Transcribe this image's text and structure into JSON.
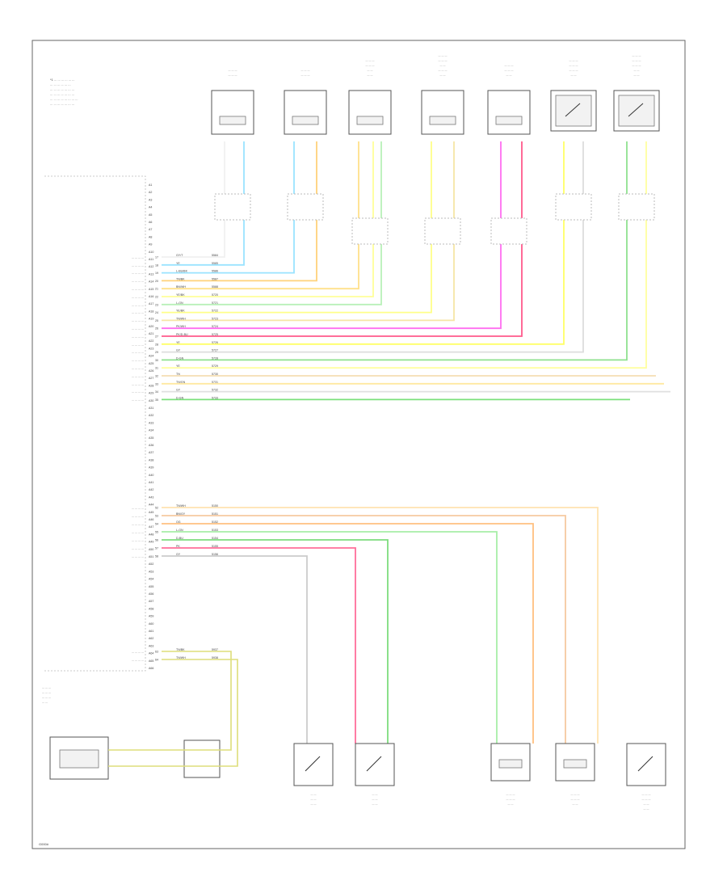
{
  "note": {
    "lines": [
      "*1 ... ... ... ... ... ...",
      "... ... ... ... ... ...",
      "... ... ... ... ... ... ...",
      "... ... ... ... ... ... ...",
      "... ... ... ... ... ... ... ...",
      "... ... ... ... ... ... ..."
    ]
  },
  "footer": "G000#",
  "top_components": [
    {
      "label": [
        "... ... ...",
        "... ... ..."
      ],
      "type": "squib"
    },
    {
      "label": [
        "... ... ...",
        "... ... ..."
      ],
      "type": "squib"
    },
    {
      "label": [
        "... ... ...",
        "... ... ...",
        "... ...",
        "... ..."
      ],
      "type": "squib"
    },
    {
      "label": [
        "... ... ...",
        "... ... ...",
        "... ...",
        "... ... ...",
        "... ..."
      ],
      "type": "squib"
    },
    {
      "label": [
        "... ... ...",
        "... ... ...",
        "... ..."
      ],
      "type": "squib"
    },
    {
      "label": [
        "... ... ...",
        "... ... ...",
        "... ... ...",
        "... ..."
      ],
      "type": "switch"
    },
    {
      "label": [
        "... ... ...",
        "... ... ...",
        "... ... ...",
        "... ...",
        "... ..."
      ],
      "type": "switch"
    }
  ],
  "module_pins": {
    "upper": [
      "A1",
      "A2",
      "A3",
      "A4",
      "A5",
      "A6",
      "A7",
      "A8",
      "A9",
      "A10",
      "A11",
      "A12",
      "A13",
      "A14",
      "A15",
      "A16",
      "A17",
      "A18",
      "A19",
      "A20",
      "A21",
      "A22",
      "A23",
      "A24",
      "A25",
      "A26",
      "A27",
      "A28",
      "A29",
      "A30",
      "A31",
      "A32",
      "A33",
      "A34",
      "A35",
      "A36",
      "A37",
      "A38",
      "A39",
      "A40",
      "A41",
      "A42",
      "A43",
      "A44",
      "A45",
      "A46",
      "A47",
      "A48",
      "A49",
      "A50",
      "A51",
      "A52",
      "A53",
      "A54",
      "A55",
      "A56",
      "A57",
      "A58",
      "A59",
      "A60",
      "A61",
      "A62",
      "A63",
      "A64",
      "A65",
      "A66"
    ]
  },
  "upper_signals": [
    {
      "name": "... ... ... ...",
      "pin": "17",
      "wire": "GY/T",
      "circuit": "5584",
      "color": "#f0f0f0"
    },
    {
      "name": "... ... ... ...",
      "pin": "18",
      "wire": "YE",
      "circuit": "5585",
      "color": "#9ae3ff"
    },
    {
      "name": "... ... ... ...",
      "pin": "19",
      "wire": "L-BU/BK",
      "circuit": "5586",
      "color": "#9ae3ff"
    },
    {
      "name": "... ... ... ...",
      "pin": "20",
      "wire": "TN/BK",
      "circuit": "5587",
      "color": "#ffd27a"
    },
    {
      "name": "... ... ... ...",
      "pin": "21",
      "wire": "BN/WH",
      "circuit": "5588",
      "color": "#ffe08a"
    },
    {
      "name": "... ... ... ...",
      "pin": "22",
      "wire": "YE/BK",
      "circuit": "5720",
      "color": "#ffff99"
    },
    {
      "name": "... ... ... ...",
      "pin": "23",
      "wire": "L-GN",
      "circuit": "5721",
      "color": "#b8f0b8"
    },
    {
      "name": "... ... ... ...",
      "pin": "24",
      "wire": "YE/BK",
      "circuit": "5722",
      "color": "#ffff88"
    },
    {
      "name": "... ... ... ...",
      "pin": "25",
      "wire": "TN/WH",
      "circuit": "5723",
      "color": "#f6e6a6"
    },
    {
      "name": "... ... ... ...",
      "pin": "26",
      "wire": "PK/WH",
      "circuit": "5724",
      "color": "#ff6ef0"
    },
    {
      "name": "... ... ... ...",
      "pin": "27",
      "wire": "PK/D-BU",
      "circuit": "5725",
      "color": "#ff5a8c"
    },
    {
      "name": "... ... ... ...",
      "pin": "28",
      "wire": "YE",
      "circuit": "5726",
      "color": "#ffff66"
    },
    {
      "name": "... ... ... ...",
      "pin": "29",
      "wire": "GY",
      "circuit": "5727",
      "color": "#dddddd"
    },
    {
      "name": "... ... ... ...",
      "pin": "30",
      "wire": "D-GN",
      "circuit": "5728",
      "color": "#8fe28f"
    },
    {
      "name": "... ... ... ...",
      "pin": "31",
      "wire": "YE",
      "circuit": "5729",
      "color": "#ffffa0"
    },
    {
      "name": "... ... ... ...",
      "pin": "32",
      "wire": "TN",
      "circuit": "5730",
      "color": "#f5deb3"
    },
    {
      "name": "... ... ... ...",
      "pin": "33",
      "wire": "TN/GN",
      "circuit": "5731",
      "color": "#ffe9a0"
    },
    {
      "name": "... ... ... ...",
      "pin": "34",
      "wire": "GY",
      "circuit": "5732",
      "color": "#e0e0e0"
    },
    {
      "name": "... ... ... ...",
      "pin": "35",
      "wire": "D-GN",
      "circuit": "5733",
      "color": "#7be07b"
    }
  ],
  "lower_signals": [
    {
      "name": "... ... ... ...",
      "pin": "52",
      "wire": "TN/WH",
      "circuit": "5150",
      "color": "#ffe3b0"
    },
    {
      "name": "... ... ... ...",
      "pin": "53",
      "wire": "BN/GY",
      "circuit": "5151",
      "color": "#f6c9a0"
    },
    {
      "name": "... ... ... ...",
      "pin": "54",
      "wire": "OG",
      "circuit": "5152",
      "color": "#ffc080"
    },
    {
      "name": "... ... ... ...",
      "pin": "55",
      "wire": "L-GN",
      "circuit": "5153",
      "color": "#a8eea8"
    },
    {
      "name": "... ... ... ...",
      "pin": "56",
      "wire": "D-BU",
      "circuit": "5154",
      "color": "#7ddc7d"
    },
    {
      "name": "... ... ... ...",
      "pin": "57",
      "wire": "PK",
      "circuit": "5155",
      "color": "#ff6e9a"
    },
    {
      "name": "... ... ... ...",
      "pin": "58",
      "wire": "GY",
      "circuit": "5156",
      "color": "#cccccc"
    }
  ],
  "bottom_left_module": {
    "label": [
      "... ... ...",
      "... ... ...",
      "... ... ...",
      "... ..."
    ],
    "wires": [
      {
        "name": "... ... ... ...",
        "pin": "63",
        "wire": "TN/BK",
        "circuit": "5937",
        "color": "#dede7a"
      },
      {
        "name": "... ... ... ...",
        "pin": "64",
        "wire": "TN/WH",
        "circuit": "5938",
        "color": "#dede7a"
      }
    ]
  },
  "bottom_components": [
    {
      "label": [
        "... ...",
        "... ...",
        "... ..."
      ],
      "type": "switch"
    },
    {
      "label": [
        "... ...",
        "... ...",
        "... ..."
      ],
      "type": "switch"
    },
    {
      "label": [
        "... ... ...",
        "... ... ...",
        "... ..."
      ],
      "type": "squib"
    },
    {
      "label": [
        "... ... ...",
        "... ... ...",
        "... ..."
      ],
      "type": "squib"
    },
    {
      "label": [
        "... ... ...",
        "... ... ...",
        "... ...",
        "... ..."
      ],
      "type": "switch"
    }
  ]
}
